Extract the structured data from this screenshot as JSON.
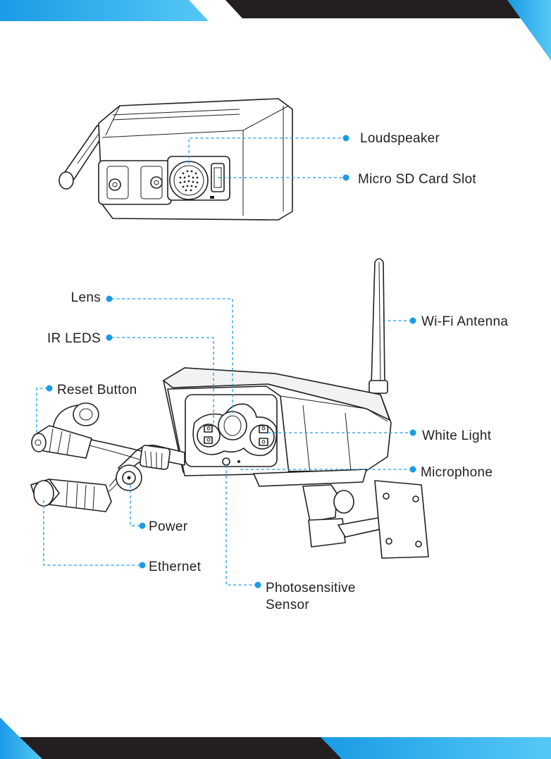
{
  "colors": {
    "accent": "#1a9be6",
    "accent_light": "#56c8f5",
    "band_dark": "#231f20",
    "line": "#231f20"
  },
  "diagrams": {
    "back_view": {
      "labels": {
        "loudspeaker": "Loudspeaker",
        "micro_sd": "Micro SD Card Slot"
      }
    },
    "front_view": {
      "labels": {
        "lens": "Lens",
        "ir_leds": "IR LEDS",
        "reset_button": "Reset Button",
        "wifi_antenna": "Wi-Fi Antenna",
        "white_light": "White Light",
        "microphone": "Microphone",
        "power": "Power",
        "ethernet": "Ethernet",
        "photosensitive_line1": "Photosensitive",
        "photosensitive_line2": "Sensor"
      }
    }
  }
}
